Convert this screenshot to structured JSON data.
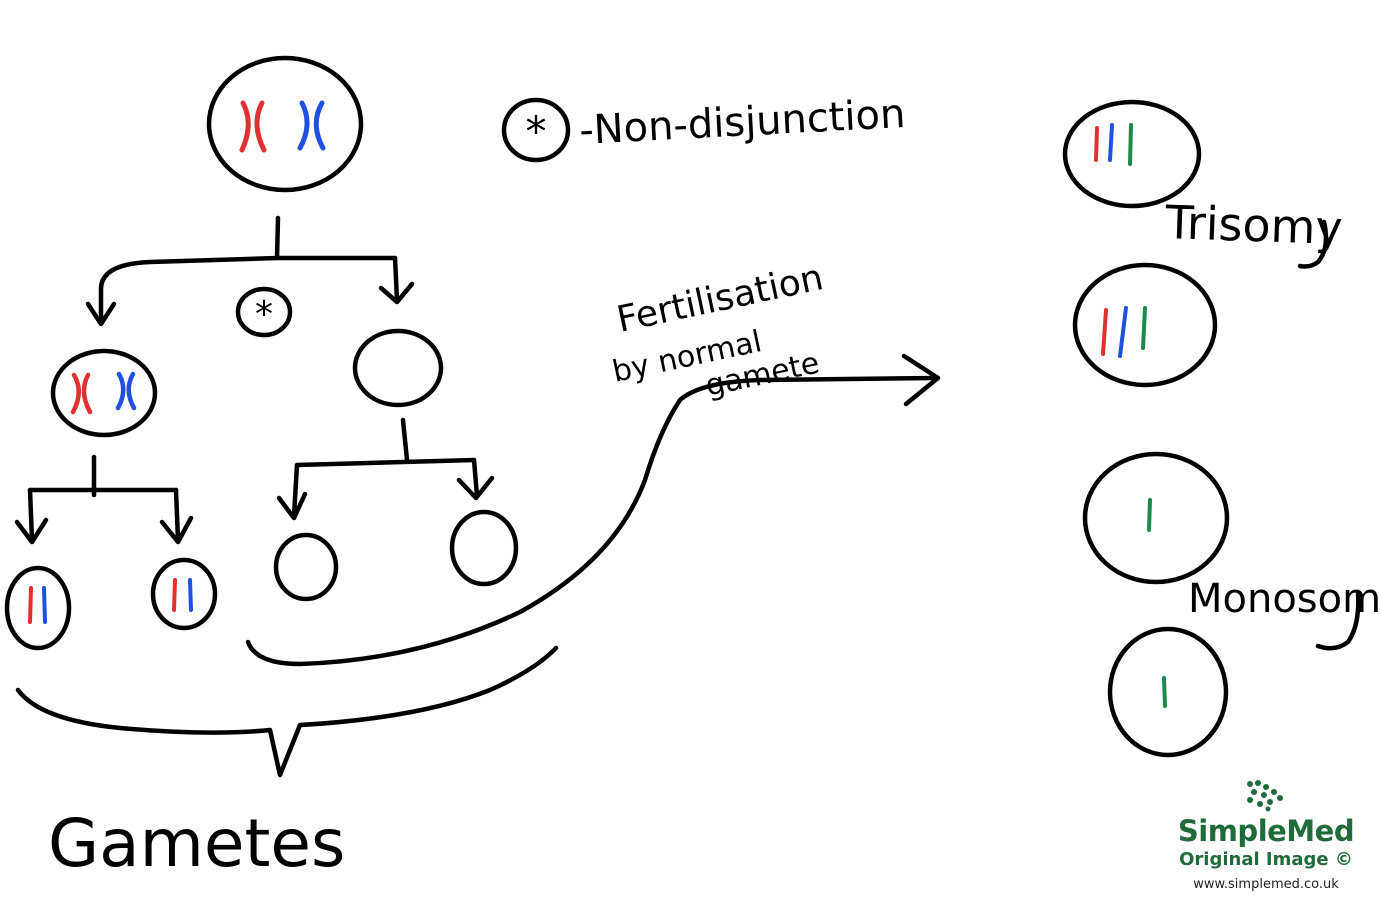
{
  "legend": {
    "symbol": "*",
    "text": "-Non-disjunction"
  },
  "labels": {
    "fertilisation_line1": "Fertilisation",
    "fertilisation_line2": "by normal",
    "fertilisation_line3": "gamete",
    "gametes": "Gametes",
    "trisomy": "Trisomy",
    "monosomy": "Monosomy",
    "nondisjunction_marker": "*"
  },
  "colors": {
    "ink": "#000000",
    "chromosome_red": "#e03030",
    "chromosome_blue": "#2050e0",
    "chromosome_green": "#1a8a4a",
    "logo_green": "#1f6b3a"
  },
  "logo": {
    "brand": "SimpleMed",
    "subtitle": "Original Image ©",
    "url": "www.simplemed.co.uk"
  }
}
